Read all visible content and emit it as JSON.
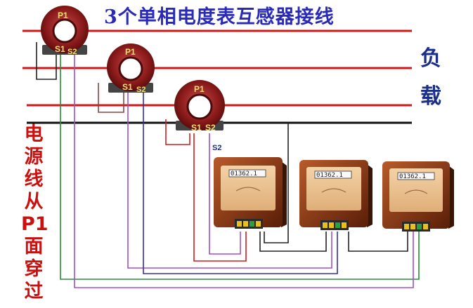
{
  "title": "3个单相电度表互感器接线",
  "load_label": [
    "负",
    "载"
  ],
  "source_label": [
    "电",
    "源",
    "线",
    "从",
    "P1",
    "面",
    "穿",
    "过"
  ],
  "transformers": [
    {
      "p1": "P1",
      "s1": "S1",
      "s2": "S2"
    },
    {
      "p1": "P1",
      "s1": "S1",
      "s2": "S2"
    },
    {
      "p1": "P1",
      "s1": "S1",
      "s2": "S2"
    }
  ],
  "s2_extra_label": "S2",
  "meters": [
    {
      "reading": "01362.1"
    },
    {
      "reading": "01362.1"
    },
    {
      "reading": "01362.1"
    }
  ],
  "colors": {
    "line_red": "#d01818",
    "neutral_black": "#111111",
    "ct_body": "#8a1a1a",
    "wire_purple": "#a050c8",
    "wire_blue": "#3030a0",
    "wire_green": "#2a8a3a",
    "wire_red": "#cc2020"
  }
}
